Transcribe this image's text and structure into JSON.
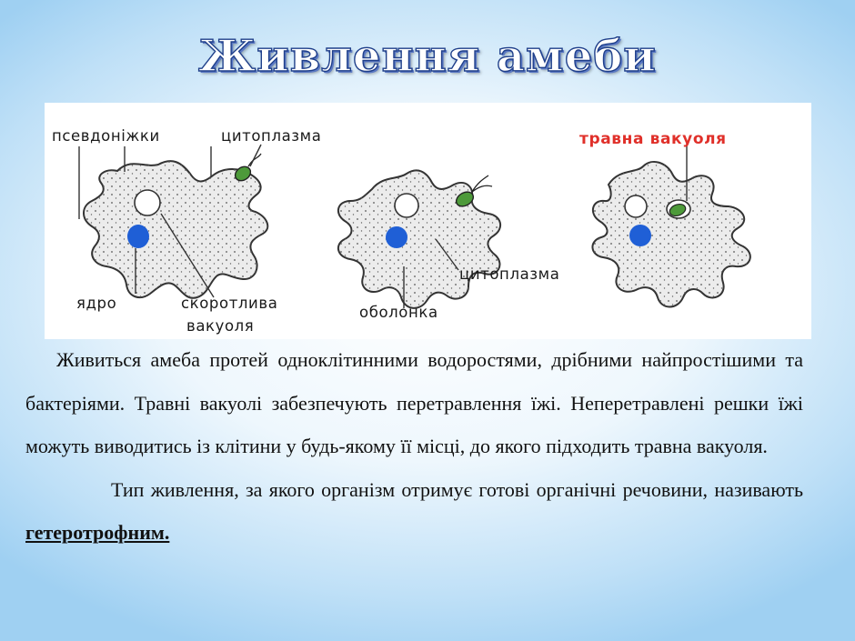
{
  "slide": {
    "title": "Живлення амеби"
  },
  "figure": {
    "labels": {
      "pseudopodia": "псевдоніжки",
      "cytoplasm_top": "цитоплазма",
      "digestive_vacuole": "травна вакуоля",
      "nucleus": "ядро",
      "contractile_line1": "скоротлива",
      "contractile_line2": "вакуоля",
      "cytoplasm_mid": "цитоплазма",
      "membrane": "оболонка"
    },
    "colors": {
      "cell_fill": "#ececec",
      "nucleus": "#1f5fd6",
      "prey": "#4d9a3a",
      "highlight_label": "#e0302a"
    }
  },
  "text": {
    "paragraph1": "Живиться амеба протей одноклітинними водоростями, дрібними найпростішими та бактеріями. Травні вакуолі забезпечують перетравлення їжі. Неперетравлені  решки їжі можуть виводитись із клітини у будь-якому її місці, до якого підходить травна вакуоля.",
    "paragraph2_main": "Тип живлення, за якого організм отримує готові органічні речовини, називають ",
    "paragraph2_term": "гетеротрофним."
  }
}
